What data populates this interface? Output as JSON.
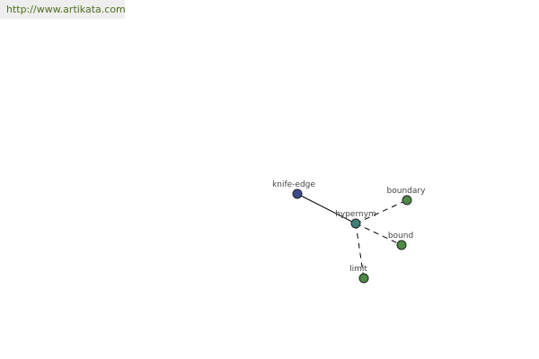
{
  "banner": {
    "url": "http://www.artikata.com"
  },
  "graph": {
    "nodes": [
      {
        "id": "knife-edge",
        "label": "knife-edge",
        "color": "#3f4b8c"
      },
      {
        "id": "hypernym",
        "label": "hypernym",
        "color": "#3f7f7a"
      },
      {
        "id": "boundary",
        "label": "boundary",
        "color": "#4d8a44"
      },
      {
        "id": "bound",
        "label": "bound",
        "color": "#4d8a44"
      },
      {
        "id": "limit",
        "label": "limit",
        "color": "#4d8a44"
      }
    ],
    "edges": [
      {
        "from": "knife-edge",
        "to": "hypernym",
        "style": "solid"
      },
      {
        "from": "hypernym",
        "to": "boundary",
        "style": "dashed"
      },
      {
        "from": "hypernym",
        "to": "bound",
        "style": "dashed"
      },
      {
        "from": "hypernym",
        "to": "limit",
        "style": "dashed"
      }
    ]
  }
}
